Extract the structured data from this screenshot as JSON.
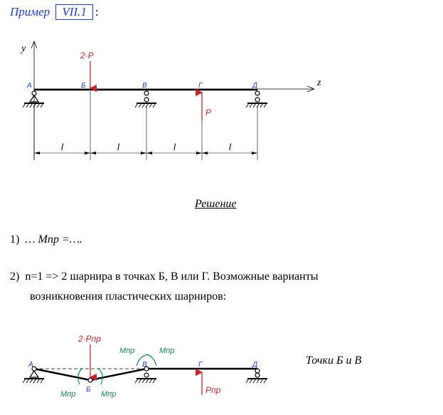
{
  "header": {
    "prefix": "Пример",
    "number": "VII.1",
    "suffix": ":"
  },
  "diagram1": {
    "axis_y": "y",
    "axis_z": "z",
    "points": [
      "А",
      "Б",
      "В",
      "Г",
      "Д"
    ],
    "force_top": "2·P",
    "force_bottom": "P",
    "spans": [
      "l",
      "l",
      "l",
      "l"
    ]
  },
  "solution_title": "Решение",
  "steps": {
    "s1_num": "1)",
    "s1_text": "… Mпр =….",
    "s2_num": "2)",
    "s2_text": "n=1   =>   2 шарнира в точках Б, В или Г. Возможные варианты",
    "s2_text2": "возникновения пластических шарниров:"
  },
  "diagram2": {
    "points": [
      "А",
      "Б",
      "В",
      "Г",
      "Д"
    ],
    "force_top": "2·Pпр",
    "force_bottom": "Pпр",
    "moments": [
      "Mпр",
      "Mпр",
      "Mпр",
      "Mпр"
    ],
    "caption": "Точки Б и В"
  },
  "colors": {
    "blue": "#1f3fd1",
    "red": "#c0282a",
    "green": "#1a8a5a"
  }
}
